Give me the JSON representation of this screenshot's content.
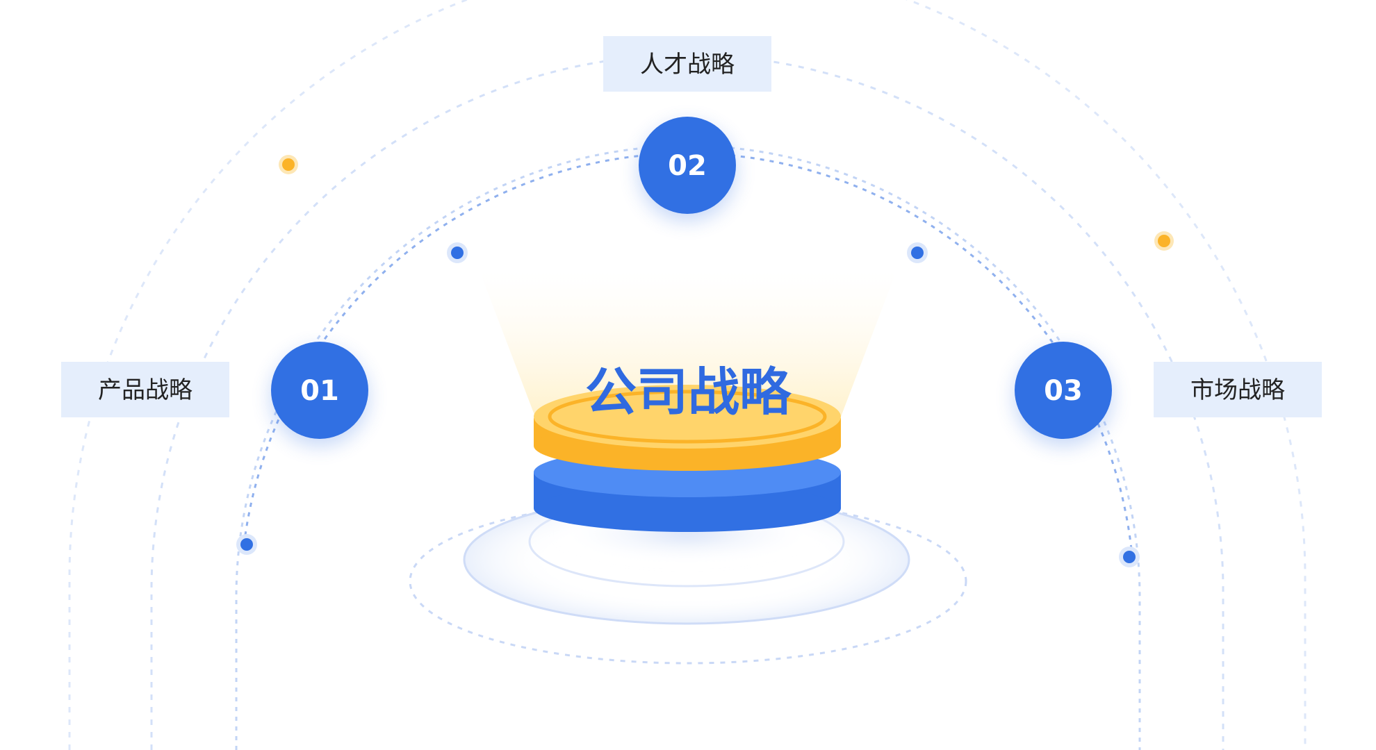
{
  "center": {
    "title": "公司战略"
  },
  "strategies": [
    {
      "number": "01",
      "label": "产品战略"
    },
    {
      "number": "02",
      "label": "人才战略"
    },
    {
      "number": "03",
      "label": "市场战略"
    }
  ],
  "colors": {
    "primary_blue": "#3170e3",
    "accent_orange": "#fbb328",
    "label_bg": "#e5eefc",
    "dashed_line": "#c9d8f6",
    "inner_dashed_line": "#8fb0ee",
    "label_text": "#222222",
    "center_text": "#2f6ae0"
  }
}
